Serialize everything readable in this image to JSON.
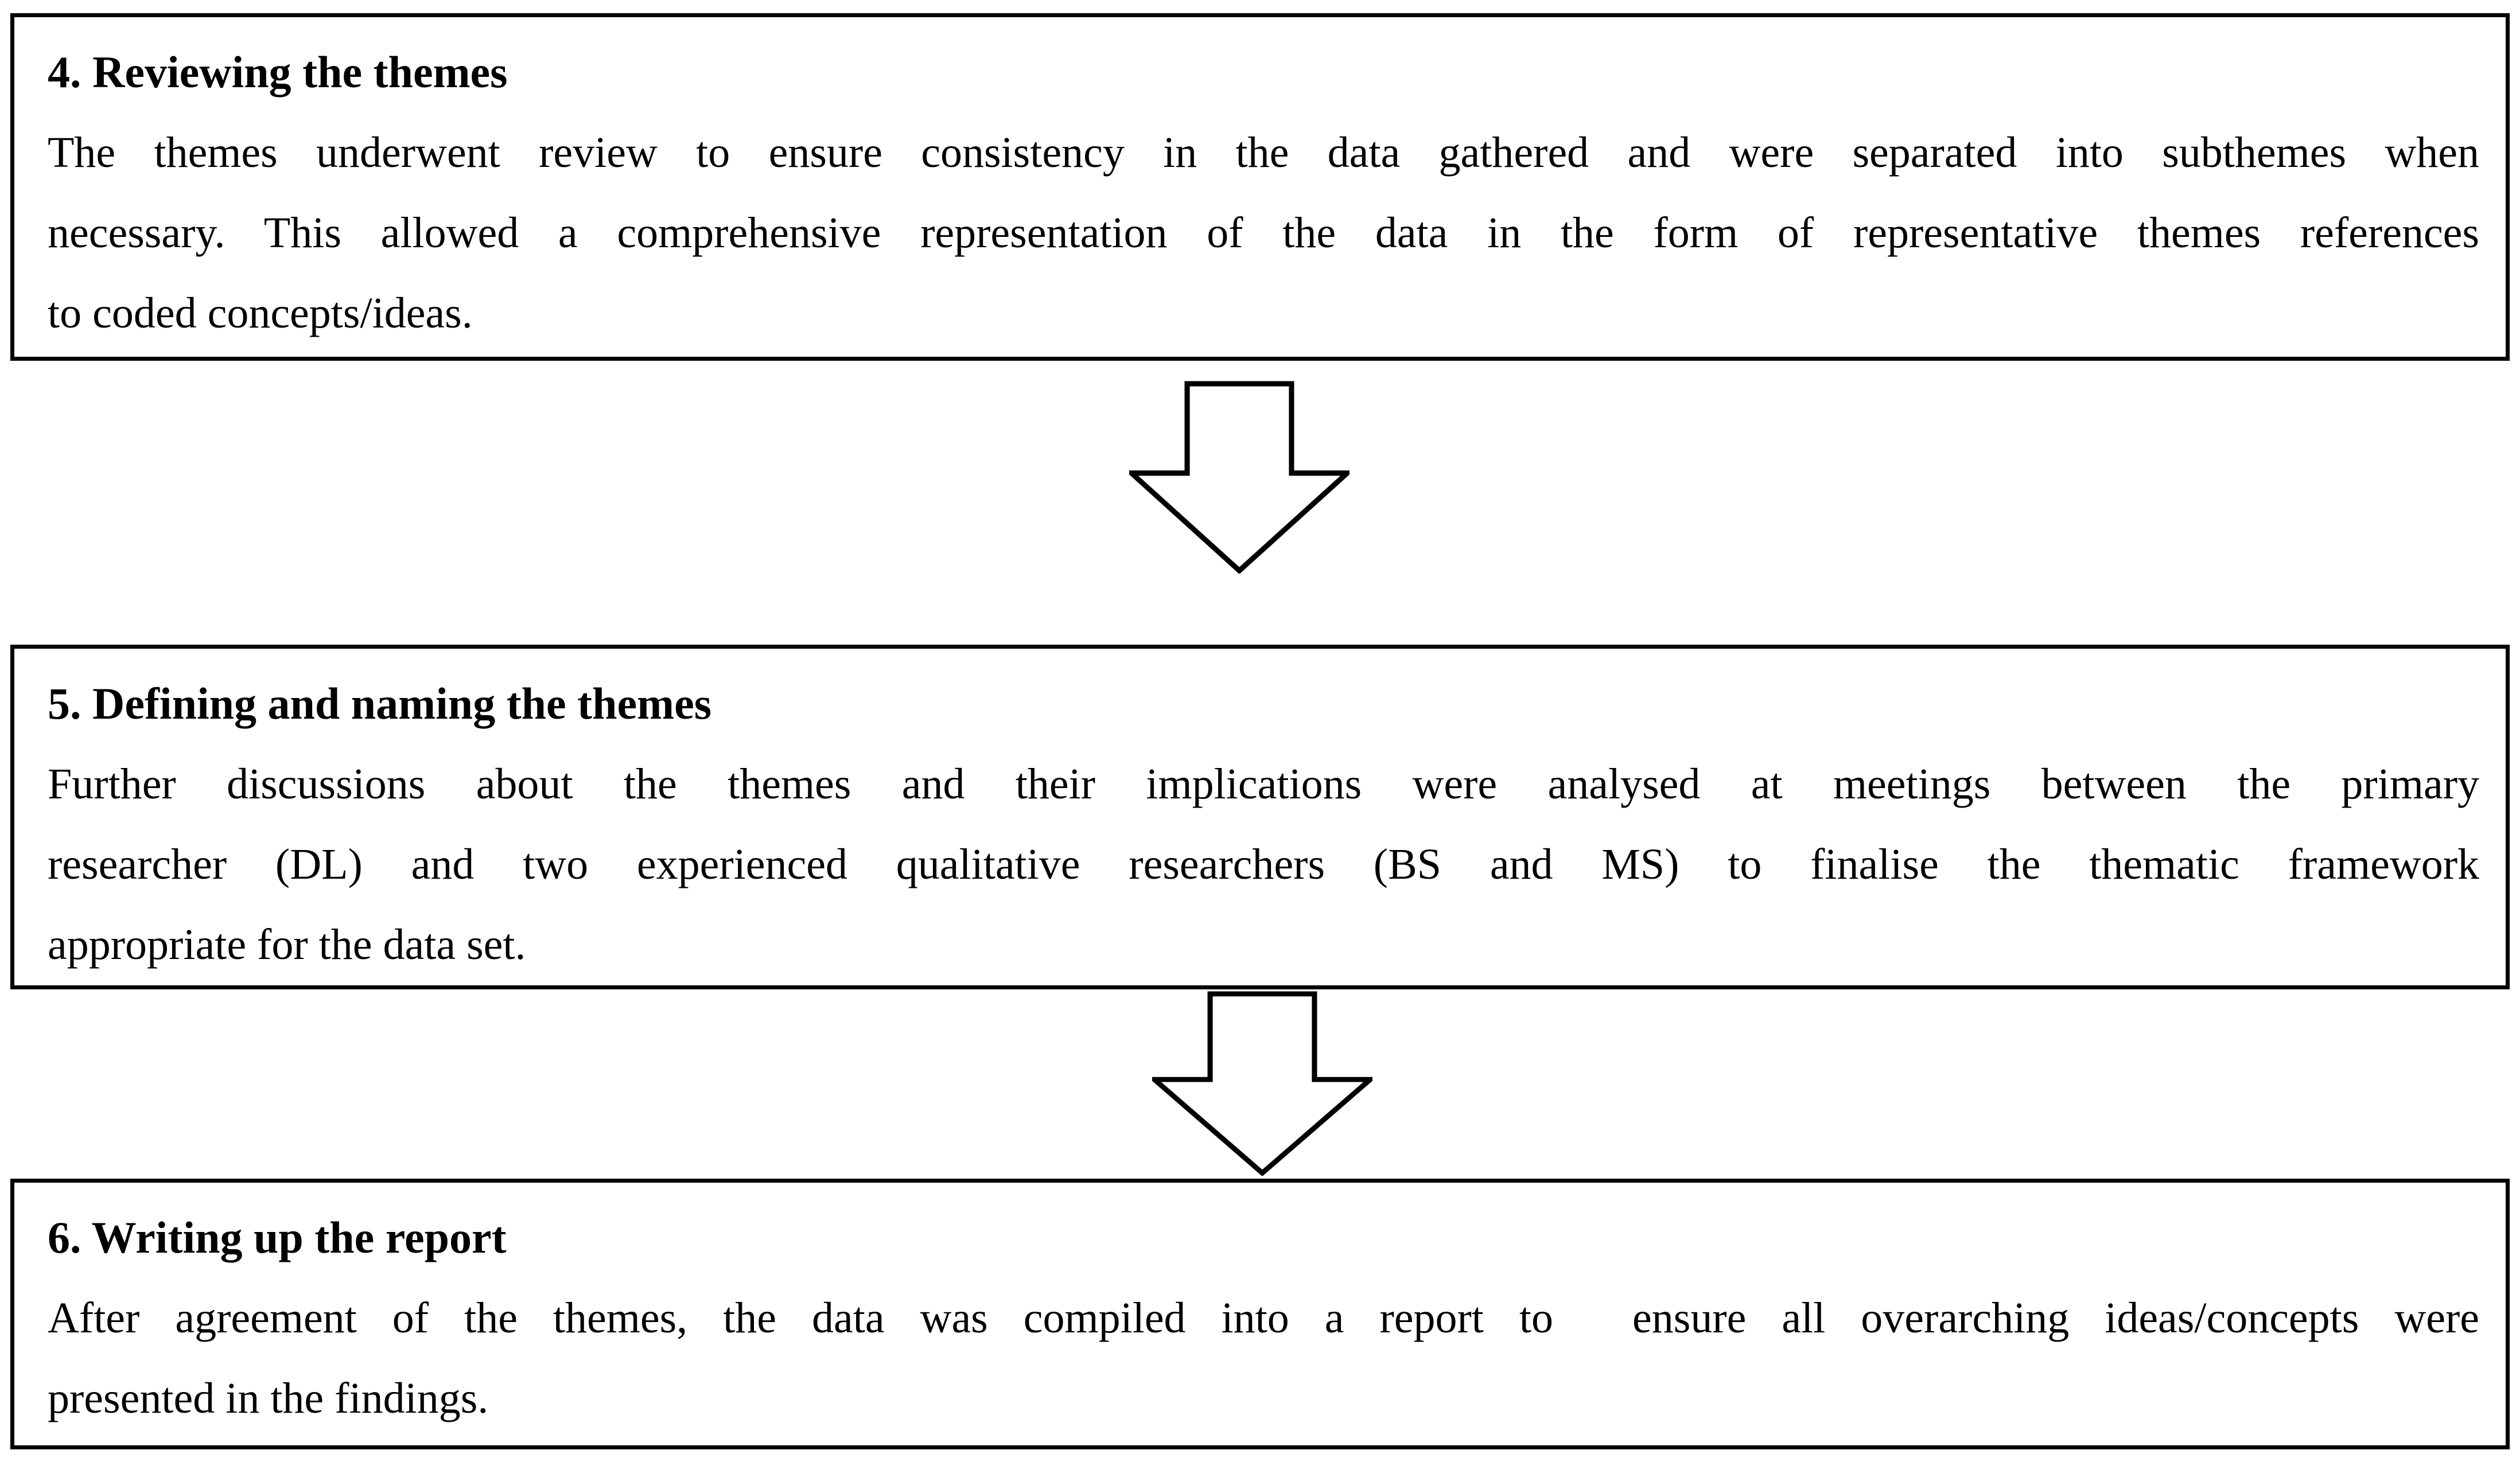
{
  "figure": {
    "description": "Thematic analysis flowchart steps 4 to 6",
    "colors": {
      "border": "#000000",
      "background": "#ffffff",
      "text": "#000000"
    },
    "boxes": [
      {
        "title": "4. Reviewing the themes",
        "lines": [
          "The themes underwent review to ensure consistency in the data gathered and were separated into subthemes when",
          "necessary. This allowed a comprehensive representation of the data in the form of representative themes references",
          "to coded concepts/ideas."
        ]
      },
      {
        "title": "5. Defining and naming the themes",
        "lines": [
          "Further discussions about the themes and their implications were analysed at meetings between the primary",
          "researcher (DL) and two experienced qualitative researchers (BS and MS) to finalise the thematic framework",
          "appropriate for the data set."
        ]
      },
      {
        "title": "6. Writing up the report",
        "lines": [
          "After agreement of the themes, the data was compiled into a report to  ensure all overarching ideas/concepts were",
          "presented in the findings."
        ]
      }
    ],
    "arrows": [
      {
        "icon": "down-block-arrow"
      },
      {
        "icon": "down-block-arrow"
      }
    ]
  }
}
